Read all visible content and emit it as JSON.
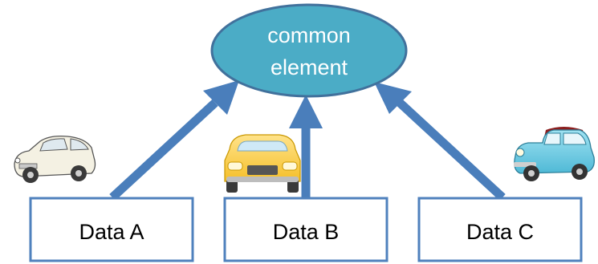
{
  "diagram": {
    "center_node": {
      "line1": "common",
      "line2": "element",
      "fill": "#4bacc6",
      "stroke": "#41719c",
      "text_color": "#ffffff"
    },
    "boxes": [
      {
        "label": "Data A"
      },
      {
        "label": "Data B"
      },
      {
        "label": "Data C"
      }
    ],
    "box_stroke": "#4f81bd",
    "arrow_color": "#4a7ebb",
    "icons": [
      "vintage-car-icon",
      "yellow-car-icon",
      "blue-car-icon"
    ]
  }
}
